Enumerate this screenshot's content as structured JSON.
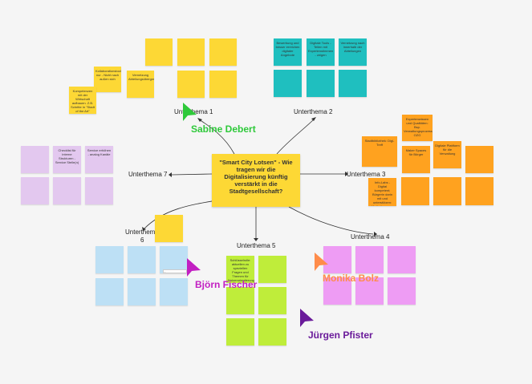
{
  "center": {
    "text": "\"Smart City Lotsen\" - Wie tragen wir die Digitalisierung künftig verstärkt in die Stadtgesellschaft?"
  },
  "topics": {
    "t1": "Unterthema 1",
    "t2": "Unterthema 2",
    "t3": "Unterthema 3",
    "t4": "Unterthema 4",
    "t5": "Unterthema 5",
    "t6a": "Unterthema",
    "t6b": "6",
    "t7": "Unterthema 7"
  },
  "notes": {
    "y1": "Kollaborationstool nur - Nicht nach außen sich",
    "y2": "Vernetzung Abteilungsübergreifend",
    "y3": "Kompetenzen mit der Wirtschaft aufbauen. Z.B. Schritte in \"Stadt of the Art\"",
    "t1": "Bewerbung und besser erreichen digitaler Angebote",
    "t2": "Digitale Tools - Teilen mit Expertenstimmen - zeigen",
    "t3": "Vernetzung nach innerhalb der Abteilungen",
    "o1": "Expertenwissen und Qualitäten: Bsp. Verwaltungsprozess OZG",
    "o2": "Stadtbibliothek: Digi-Treff",
    "o3": "Maker Spaces für Bürger",
    "o4": "Digitale Plattform für die Verwaltung",
    "o5": "Info-Labs - Digital kompetent; Bürgerin darin mit und unterstützen: Veränderungen leben",
    "p1": "Checklist für interne Strukturen - Service Stelle(n)",
    "p2": "Service erhöhen - analog Kanäle",
    "g1": "Schlüsselrolle: aktuellen zu speziellen Fragen und Themen für Nutzerorientierung",
    "l1": "..."
  },
  "cursors": {
    "c1": {
      "name": "Sabine Debert",
      "color": "#2ec93a"
    },
    "c2": {
      "name": "Björn Fischer",
      "color": "#c21fc2"
    },
    "c3": {
      "name": "Monika Bolz",
      "color": "#ff8c4a"
    },
    "c4": {
      "name": "Jürgen Pfister",
      "color": "#6a1b9a"
    }
  }
}
